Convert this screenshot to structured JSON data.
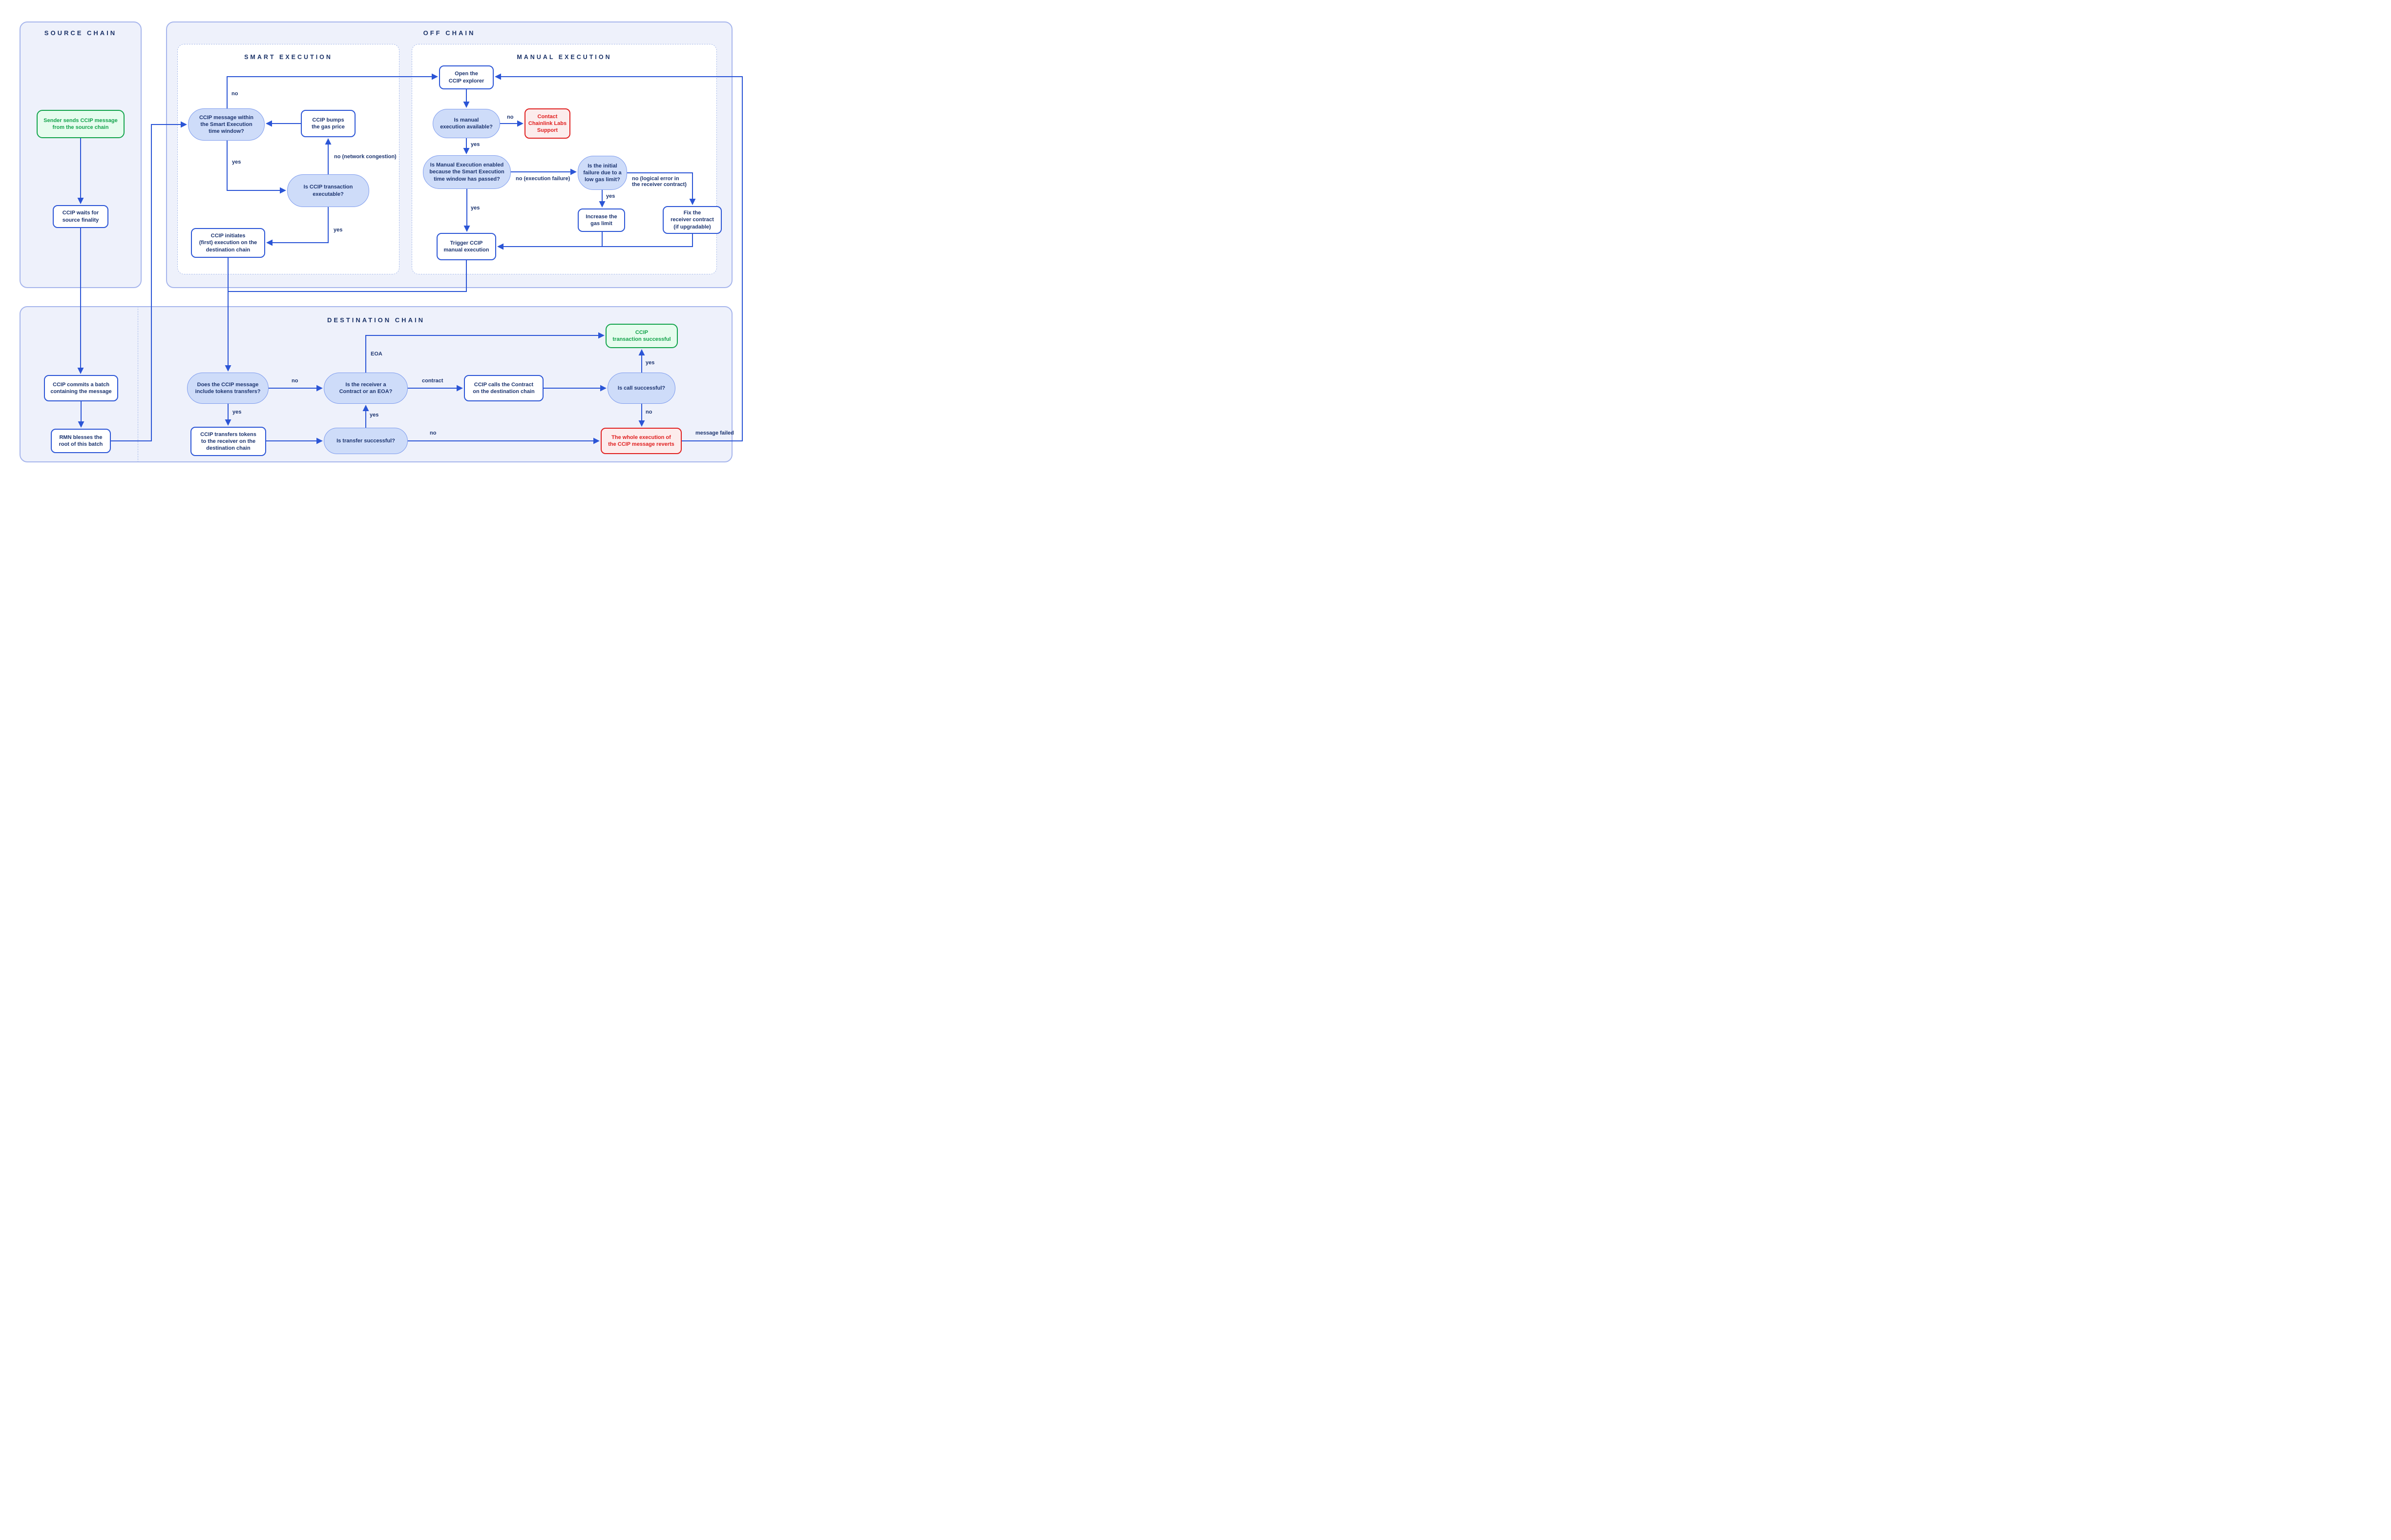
{
  "panels": {
    "source_chain": {
      "title": "SOURCE CHAIN"
    },
    "off_chain": {
      "title": "OFF CHAIN"
    },
    "smart_execution": {
      "title": "SMART EXECUTION"
    },
    "manual_execution": {
      "title": "MANUAL EXECUTION"
    },
    "destination_chain": {
      "title": "DESTINATION CHAIN"
    }
  },
  "nodes": {
    "sender": {
      "label": "Sender sends CCIP message\nfrom the source chain",
      "type": "success"
    },
    "waits": {
      "label": "CCIP waits for\nsource finality",
      "type": "process"
    },
    "commits": {
      "label": "CCIP commits a batch\ncontaining the message",
      "type": "process"
    },
    "rmn": {
      "label": "RMN blesses the\nroot of this batch",
      "type": "process"
    },
    "within_window": {
      "label": "CCIP message within\nthe Smart Execution\ntime window?",
      "type": "decision"
    },
    "bumps": {
      "label": "CCIP bumps\nthe gas price",
      "type": "process"
    },
    "executable": {
      "label": "Is CCIP transaction\nexecutable?",
      "type": "decision"
    },
    "initiates": {
      "label": "CCIP initiates\n(first) execution on the\ndestination chain",
      "type": "process"
    },
    "explorer": {
      "label": "Open the\nCCIP explorer",
      "type": "process"
    },
    "manual_available": {
      "label": "Is manual\nexecution available?",
      "type": "decision"
    },
    "contact_support": {
      "label": "Contact\nChainlink Labs\nSupport",
      "type": "danger"
    },
    "manual_enabled": {
      "label": "Is Manual Execution enabled\nbecause the Smart Execution\ntime window has passed?",
      "type": "decision"
    },
    "low_gas": {
      "label": "Is the initial\nfailure due to a\nlow gas limit?",
      "type": "decision"
    },
    "increase_gas": {
      "label": "Increase the\ngas limit",
      "type": "process"
    },
    "fix_receiver": {
      "label": "Fix the\nreceiver contract\n(if upgradable)",
      "type": "process"
    },
    "trigger_manual": {
      "label": "Trigger CCIP\nmanual execution",
      "type": "process"
    },
    "tokens_question": {
      "label": "Does the CCIP message\ninclude tokens transfers?",
      "type": "decision"
    },
    "receiver_question": {
      "label": "Is the receiver a\nContract or an EOA?",
      "type": "decision"
    },
    "calls_contract": {
      "label": "CCIP calls the Contract\non the destination chain",
      "type": "process"
    },
    "call_success": {
      "label": "Is call successful?",
      "type": "decision"
    },
    "tx_success": {
      "label": "CCIP\ntransaction successful",
      "type": "success"
    },
    "reverts": {
      "label": "The whole execution of\nthe CCIP message reverts",
      "type": "danger"
    },
    "transfers_tokens": {
      "label": "CCIP transfers tokens\nto the receiver on the\ndestination chain",
      "type": "process"
    },
    "transfer_success": {
      "label": "Is transfer successful?",
      "type": "decision"
    }
  },
  "edge_labels": {
    "smart_no": "no",
    "smart_yes": "yes",
    "congestion": "no (network congestion)",
    "executable_yes": "yes",
    "available_no": "no",
    "available_yes": "yes",
    "execution_failure": "no (execution failure)",
    "lowgas_yes": "yes",
    "logical_error": "no (logical error in\nthe receiver contract)",
    "enabled_yes": "yes",
    "tokens_no": "no",
    "tokens_yes": "yes",
    "transfer_yes": "yes",
    "transfer_no": "no",
    "eoa": "EOA",
    "contract": "contract",
    "call_yes": "yes",
    "call_no": "no",
    "message_failed": "message failed"
  },
  "colors": {
    "line": "#2b55d6",
    "navy": "#1d3570",
    "title": "#1d3469",
    "panel_fill": "#eef1fb",
    "panel_border": "#a6b5ec",
    "sub_border": "#a9bcea",
    "decision_fill": "#cedcf9",
    "decision_border": "#7d9bee",
    "green_border": "#12a34b",
    "green_fill": "#e6fcee",
    "green_text": "#12a34b",
    "red_border": "#e02020",
    "red_fill": "#fcecec",
    "red_text": "#e02020"
  }
}
